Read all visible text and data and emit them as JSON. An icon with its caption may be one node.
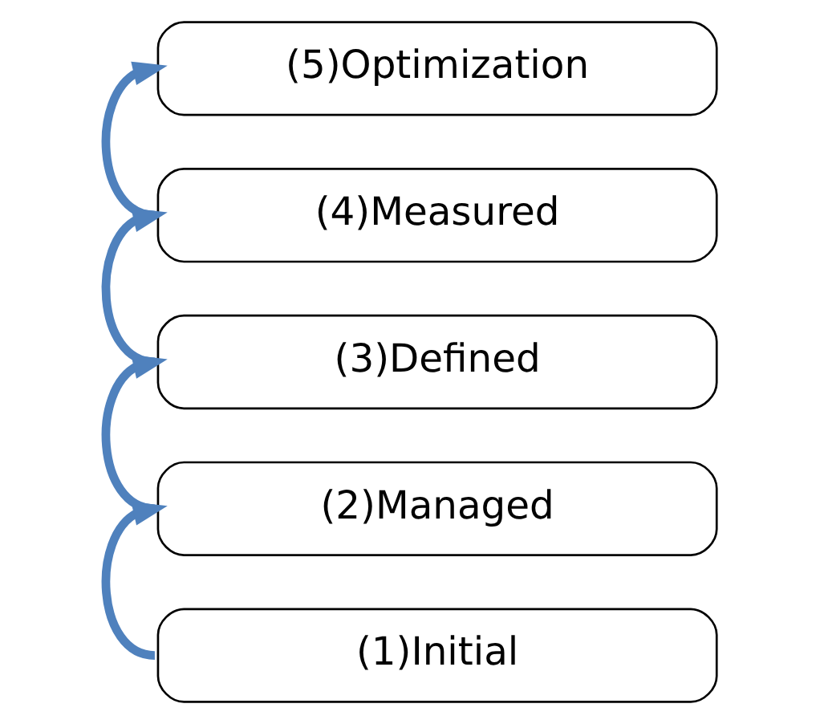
{
  "diagram": {
    "nodes": [
      {
        "text": [
          "(5)Optimization"
        ]
      },
      {
        "text": [
          "(4)Measured"
        ]
      },
      {
        "text": [
          "(3)Defined"
        ]
      },
      {
        "text": [
          "(2)Managed"
        ]
      },
      {
        "text": [
          "(1)Initial"
        ]
      }
    ],
    "edges": [
      {
        "from": 4,
        "to": 3,
        "arrow": "to"
      },
      {
        "from": 3,
        "to": 2,
        "arrow": "to"
      },
      {
        "from": 2,
        "to": 1,
        "arrow": "to"
      },
      {
        "from": 1,
        "to": 0,
        "arrow": "to"
      }
    ]
  }
}
